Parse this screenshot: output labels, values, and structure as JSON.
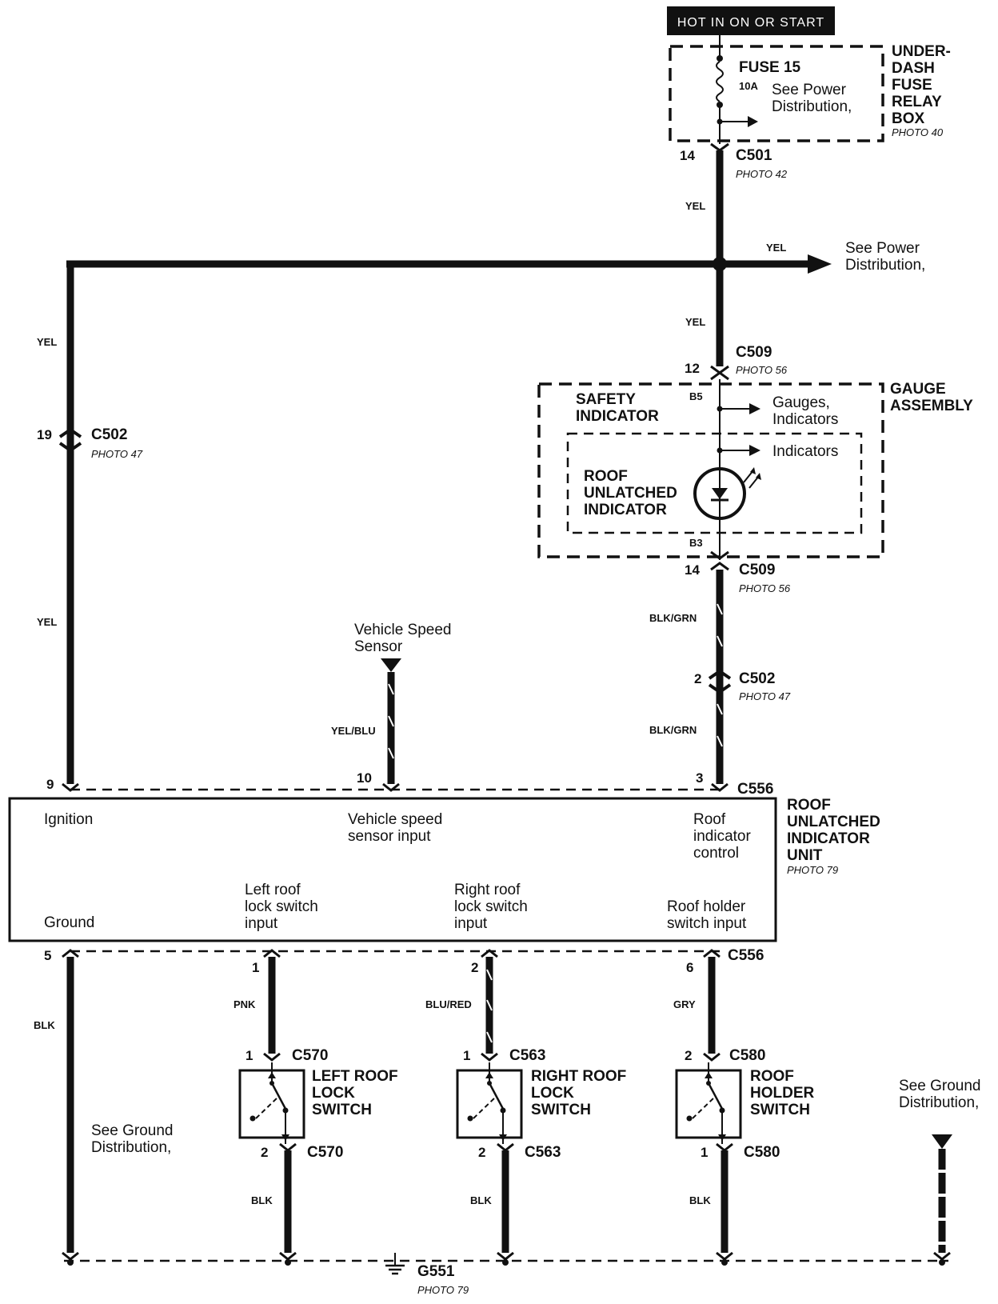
{
  "hot_label": "HOT IN ON OR START",
  "fuse_box": {
    "fuse_name": "FUSE 15",
    "fuse_rating": "10A",
    "note_line1": "See Power",
    "note_line2": "Distribution,",
    "title_lines": [
      "UNDER-",
      "DASH",
      "FUSE",
      "RELAY",
      "BOX"
    ],
    "photo": "PHOTO 40"
  },
  "c501": {
    "pin": "14",
    "name": "C501",
    "photo": "PHOTO 42"
  },
  "wires": {
    "yel_upper": "YEL",
    "yel_branch": "YEL",
    "yel_lower": "YEL",
    "yel_left_top": "YEL",
    "yel_left_bottom": "YEL",
    "blk_grn_upper": "BLK/GRN",
    "blk_grn_lower": "BLK/GRN",
    "yel_blu": "YEL/BLU",
    "blk_ground": "BLK",
    "pnk": "PNK",
    "blu_red": "BLU/RED",
    "gry": "GRY",
    "blk_left_sw": "BLK",
    "blk_right_sw": "BLK",
    "blk_holder_sw": "BLK"
  },
  "power_dist_right": {
    "line1": "See Power",
    "line2": "Distribution,"
  },
  "c509_top": {
    "pin": "12",
    "name": "C509",
    "photo": "PHOTO 56"
  },
  "gauge": {
    "title_line1": "GAUGE",
    "title_line2": "ASSEMBLY",
    "safety_line1": "SAFETY",
    "safety_line2": "INDICATOR",
    "pin_b5": "B5",
    "pin_b3": "B3",
    "gauges_line1": "Gauges,",
    "gauges_line2": "Indicators",
    "indicators": "Indicators",
    "roof_line1": "ROOF",
    "roof_line2": "UNLATCHED",
    "roof_line3": "INDICATOR"
  },
  "c509_bottom": {
    "pin": "14",
    "name": "C509",
    "photo": "PHOTO 56"
  },
  "c502_left": {
    "pin": "19",
    "name": "C502",
    "photo": "PHOTO 47"
  },
  "c502_right": {
    "pin": "2",
    "name": "C502",
    "photo": "PHOTO 47"
  },
  "vss": {
    "line1": "Vehicle Speed",
    "line2": "Sensor"
  },
  "c556_top": {
    "pin_ignition": "9",
    "pin_vss": "10",
    "pin_control": "3",
    "name": "C556"
  },
  "unit": {
    "title_lines": [
      "ROOF",
      "UNLATCHED",
      "INDICATOR",
      "UNIT"
    ],
    "photo": "PHOTO 79",
    "ignition": "Ignition",
    "vss_line1": "Vehicle speed",
    "vss_line2": "sensor input",
    "ctrl_line1": "Roof",
    "ctrl_line2": "indicator",
    "ctrl_line3": "control",
    "ground": "Ground",
    "left_line1": "Left roof",
    "left_line2": "lock switch",
    "left_line3": "input",
    "right_line1": "Right roof",
    "right_line2": "lock switch",
    "right_line3": "input",
    "holder_line1": "Roof holder",
    "holder_line2": "switch input"
  },
  "c556_bottom": {
    "pin_ground": "5",
    "pin_left": "1",
    "pin_right": "2",
    "pin_holder": "6",
    "name": "C556"
  },
  "left_switch": {
    "pin_top": "1",
    "conn": "C570",
    "pin_bottom": "2",
    "conn_bottom": "C570",
    "line1": "LEFT ROOF",
    "line2": "LOCK",
    "line3": "SWITCH"
  },
  "right_switch": {
    "pin_top": "1",
    "conn": "C563",
    "pin_bottom": "2",
    "conn_bottom": "C563",
    "line1": "RIGHT ROOF",
    "line2": "LOCK",
    "line3": "SWITCH"
  },
  "holder_switch": {
    "pin_top": "2",
    "conn": "C580",
    "pin_bottom": "1",
    "conn_bottom": "C580",
    "line1": "ROOF",
    "line2": "HOLDER",
    "line3": "SWITCH"
  },
  "ground_note_left": {
    "line1": "See Ground",
    "line2": "Distribution,"
  },
  "ground_note_right": {
    "line1": "See Ground",
    "line2": "Distribution,"
  },
  "g551": {
    "name": "G551",
    "photo": "PHOTO 79"
  }
}
